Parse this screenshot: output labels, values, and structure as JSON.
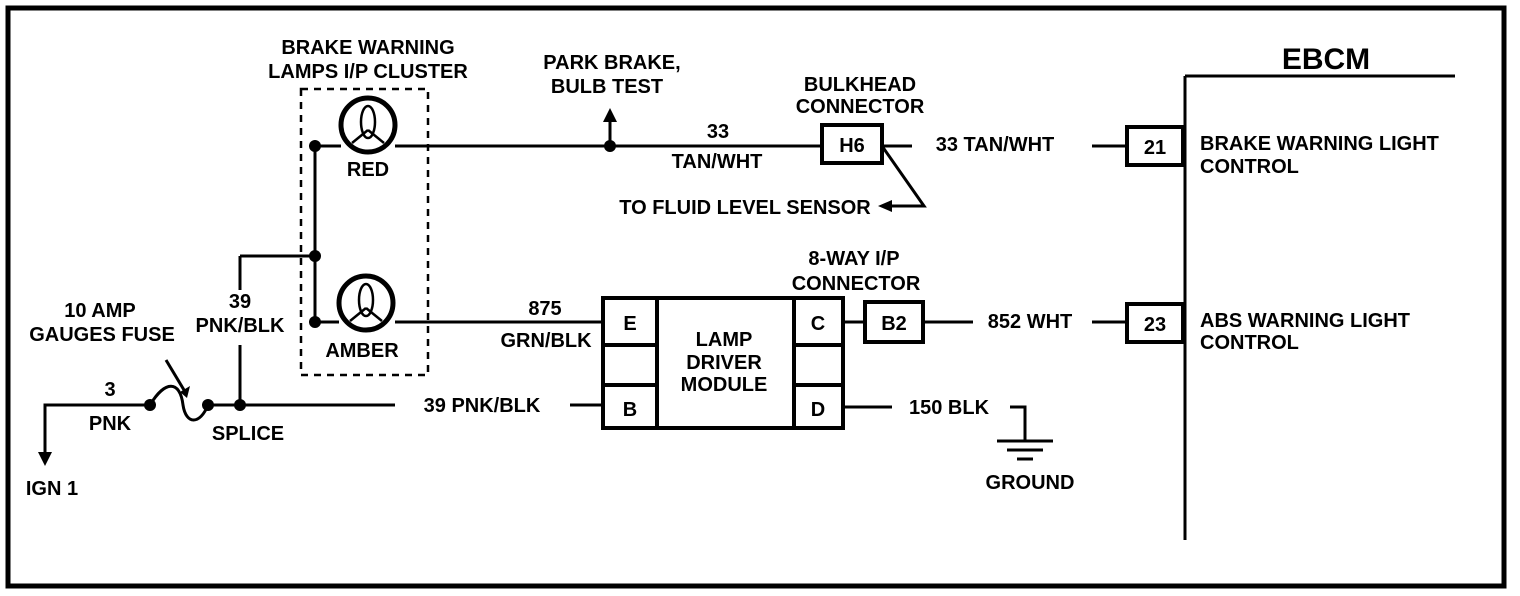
{
  "title": "EBCM",
  "components": {
    "cluster_label_1": "BRAKE WARNING",
    "cluster_label_2": "LAMPS I/P CLUSTER",
    "red_lamp": "RED",
    "amber_lamp": "AMBER",
    "park_brake_1": "PARK BRAKE,",
    "park_brake_2": "BULB TEST",
    "bulkhead_1": "BULKHEAD",
    "bulkhead_2": "CONNECTOR",
    "bulkhead_pin": "H6",
    "fluid_sensor": "TO FLUID LEVEL SENSOR",
    "ip_conn_1": "8-WAY I/P",
    "ip_conn_2": "CONNECTOR",
    "ip_conn_pin": "B2",
    "module_1": "LAMP",
    "module_2": "DRIVER",
    "module_3": "MODULE",
    "module_pins": {
      "e": "E",
      "c": "C",
      "b": "B",
      "d": "D"
    },
    "ebcm_pin_21": "21",
    "ebcm_pin_23": "23",
    "brake_ctrl_1": "BRAKE WARNING LIGHT",
    "brake_ctrl_2": "CONTROL",
    "abs_ctrl_1": "ABS WARNING LIGHT",
    "abs_ctrl_2": "CONTROL",
    "fuse_1": "10 AMP",
    "fuse_2": "GAUGES FUSE",
    "splice": "SPLICE",
    "ign": "IGN 1",
    "ground": "GROUND"
  },
  "wires": {
    "w33_num": "33",
    "w33_color": "TAN/WHT",
    "w33_full": "33 TAN/WHT",
    "w875_num": "875",
    "w875_color": "GRN/BLK",
    "w852": "852 WHT",
    "w39_num": "39",
    "w39_color": "PNK/BLK",
    "w39_full": "39 PNK/BLK",
    "w3_num": "3",
    "w3_color": "PNK",
    "w150": "150 BLK"
  }
}
